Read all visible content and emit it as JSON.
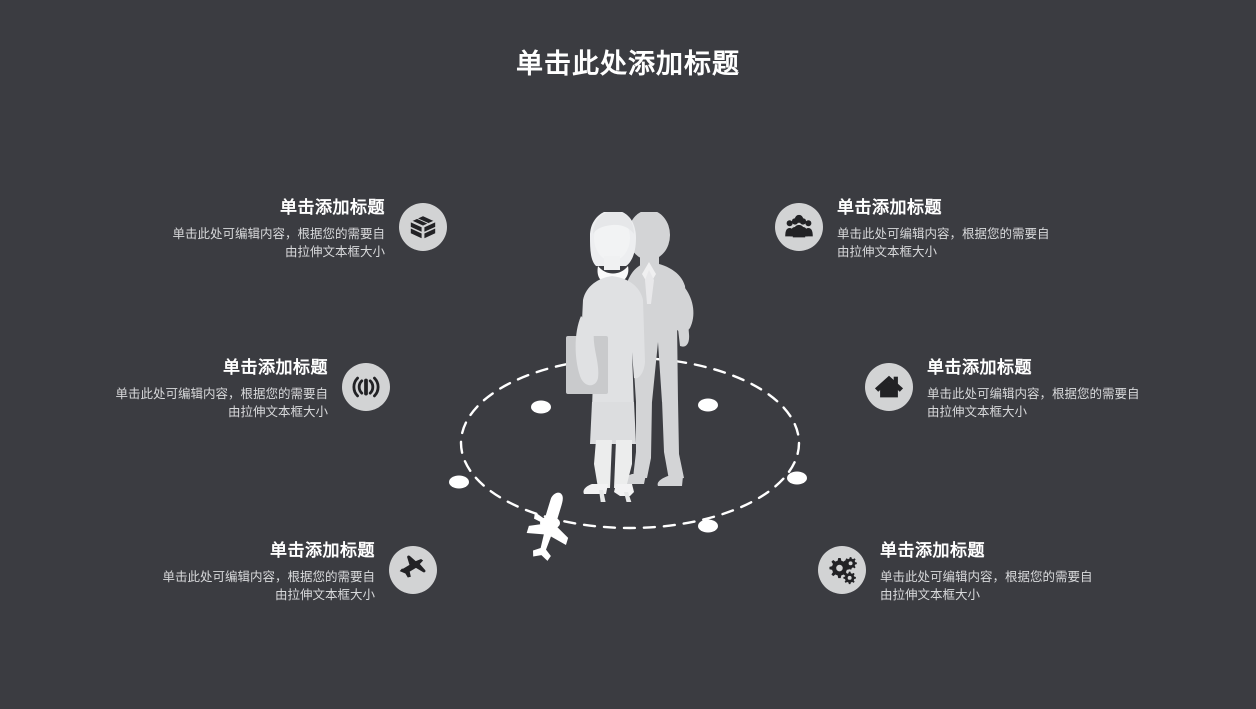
{
  "slide": {
    "title": "单击此处添加标题",
    "background_color": "#3b3c41",
    "title_color": "#ffffff",
    "icon_circle_color": "#d2d3d4",
    "icon_glyph_color": "#2b2b2b",
    "body_text_color": "#d8d9db",
    "orbit_color": "#ffffff"
  },
  "center": {
    "graphic_name": "two-business-people-silhouette",
    "orbit_name": "dashed-ellipse-orbit",
    "orbit_node_count": 6,
    "airplane_name": "airplane-on-orbit"
  },
  "items": [
    {
      "id": "item-1",
      "side": "left",
      "icon": "open-box-icon",
      "title": "单击添加标题",
      "desc": "单击此处可编辑内容，根据您的需要自由拉伸文本框大小"
    },
    {
      "id": "item-2",
      "side": "left",
      "icon": "broadcast-signal-icon",
      "title": "单击添加标题",
      "desc": "单击此处可编辑内容，根据您的需要自由拉伸文本框大小"
    },
    {
      "id": "item-3",
      "side": "left",
      "icon": "airplane-icon",
      "title": "单击添加标题",
      "desc": "单击此处可编辑内容，根据您的需要自由拉伸文本框大小"
    },
    {
      "id": "item-4",
      "side": "right",
      "icon": "people-group-icon",
      "title": "单击添加标题",
      "desc": "单击此处可编辑内容，根据您的需要自由拉伸文本框大小"
    },
    {
      "id": "item-5",
      "side": "right",
      "icon": "house-icon",
      "title": "单击添加标题",
      "desc": "单击此处可编辑内容，根据您的需要自由拉伸文本框大小"
    },
    {
      "id": "item-6",
      "side": "right",
      "icon": "gears-icon",
      "title": "单击添加标题",
      "desc": "单击此处可编辑内容，根据您的需要自由拉伸文本框大小"
    }
  ]
}
